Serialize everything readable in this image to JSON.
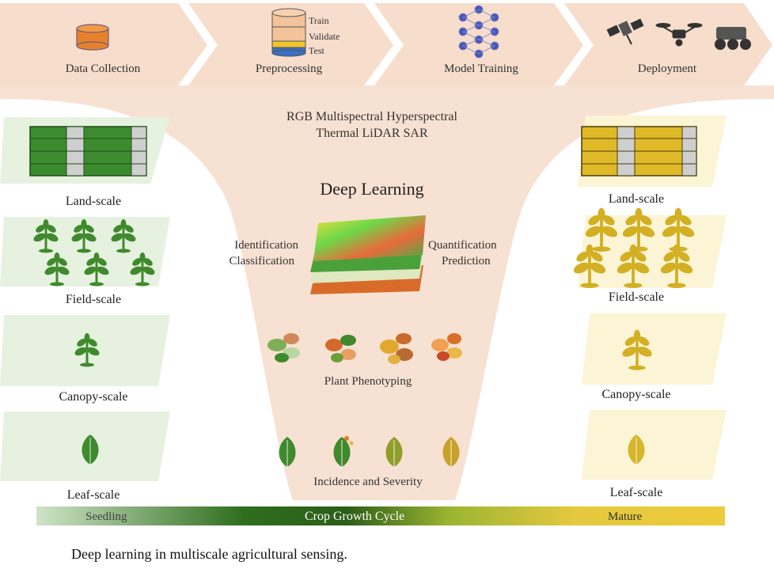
{
  "pipeline": {
    "steps": [
      {
        "label": "Data Collection"
      },
      {
        "label": "Preprocessing"
      },
      {
        "label": "Model Training"
      },
      {
        "label": "Deployment"
      }
    ],
    "split_labels": [
      "Train",
      "Validate",
      "Test"
    ]
  },
  "modalities": {
    "line1": "RGB Multispectral Hyperspectral",
    "line2": "Thermal LiDAR SAR"
  },
  "center": {
    "title": "Deep Learning",
    "left_tasks": [
      "Identification",
      "Classification"
    ],
    "right_tasks": [
      "Quantification",
      "Prediction"
    ],
    "phenotyping": "Plant Phenotyping",
    "incidence": "Incidence and Severity"
  },
  "left_scales": [
    "Land-scale",
    "Field-scale",
    "Canopy-scale",
    "Leaf-scale"
  ],
  "right_scales": [
    "Land-scale",
    "Field-scale",
    "Canopy-scale",
    "Leaf-scale"
  ],
  "growth_bar": {
    "left": "Seedling",
    "center": "Crop Growth Cycle",
    "right": "Mature"
  },
  "caption": "Deep learning in multiscale agricultural sensing.",
  "colors": {
    "funnel": "#f6e0d2",
    "green_panel": "#e6f0df",
    "yellow_panel": "#fbf5d6",
    "leaf_green": "#3f8a2c",
    "crop_yellow": "#d8b425"
  }
}
